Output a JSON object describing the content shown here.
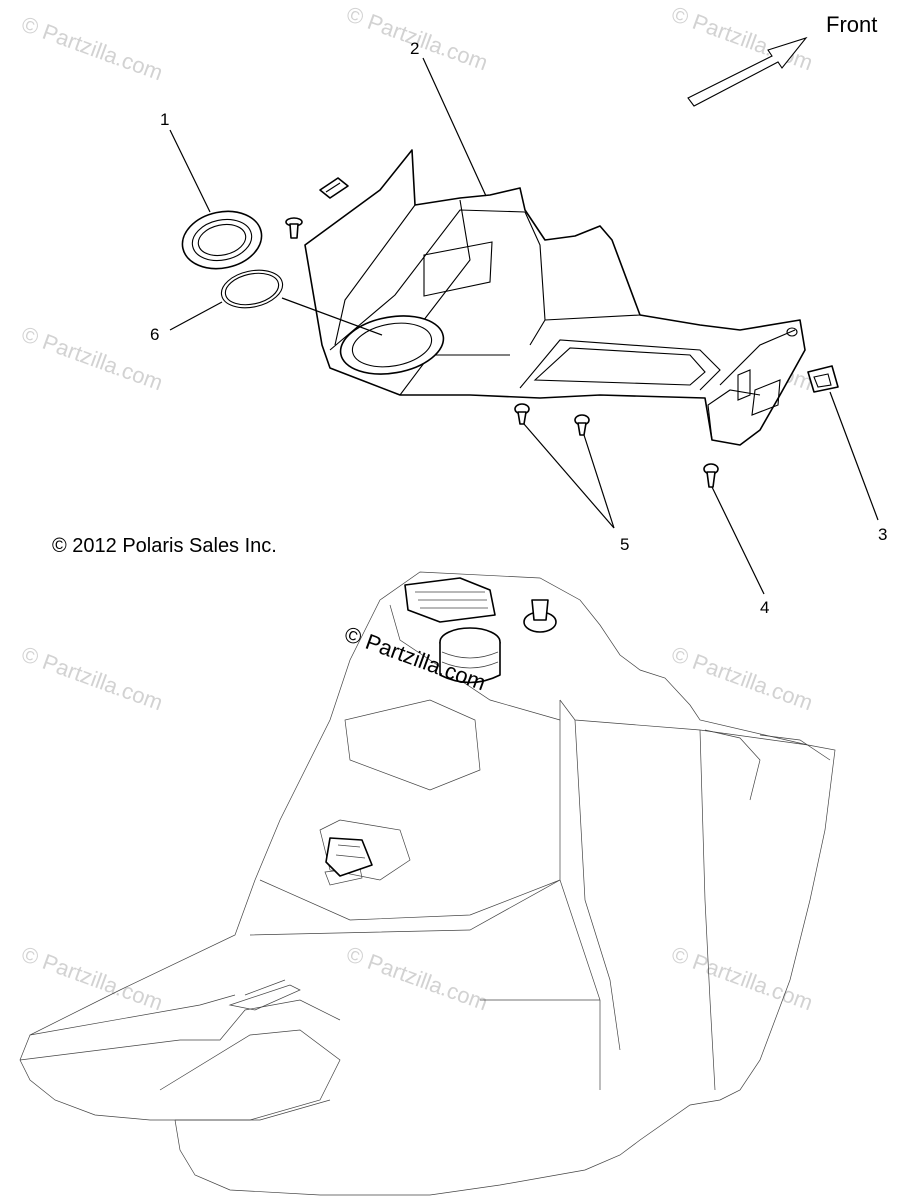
{
  "front_label": "Front",
  "copyright": "© 2012 Polaris Sales Inc.",
  "center_watermark": "© Partzilla.com",
  "watermark_text": "© Partzilla.com",
  "callouts": [
    {
      "number": "1"
    },
    {
      "number": "2"
    },
    {
      "number": "3"
    },
    {
      "number": "4"
    },
    {
      "number": "5"
    },
    {
      "number": "6"
    }
  ]
}
